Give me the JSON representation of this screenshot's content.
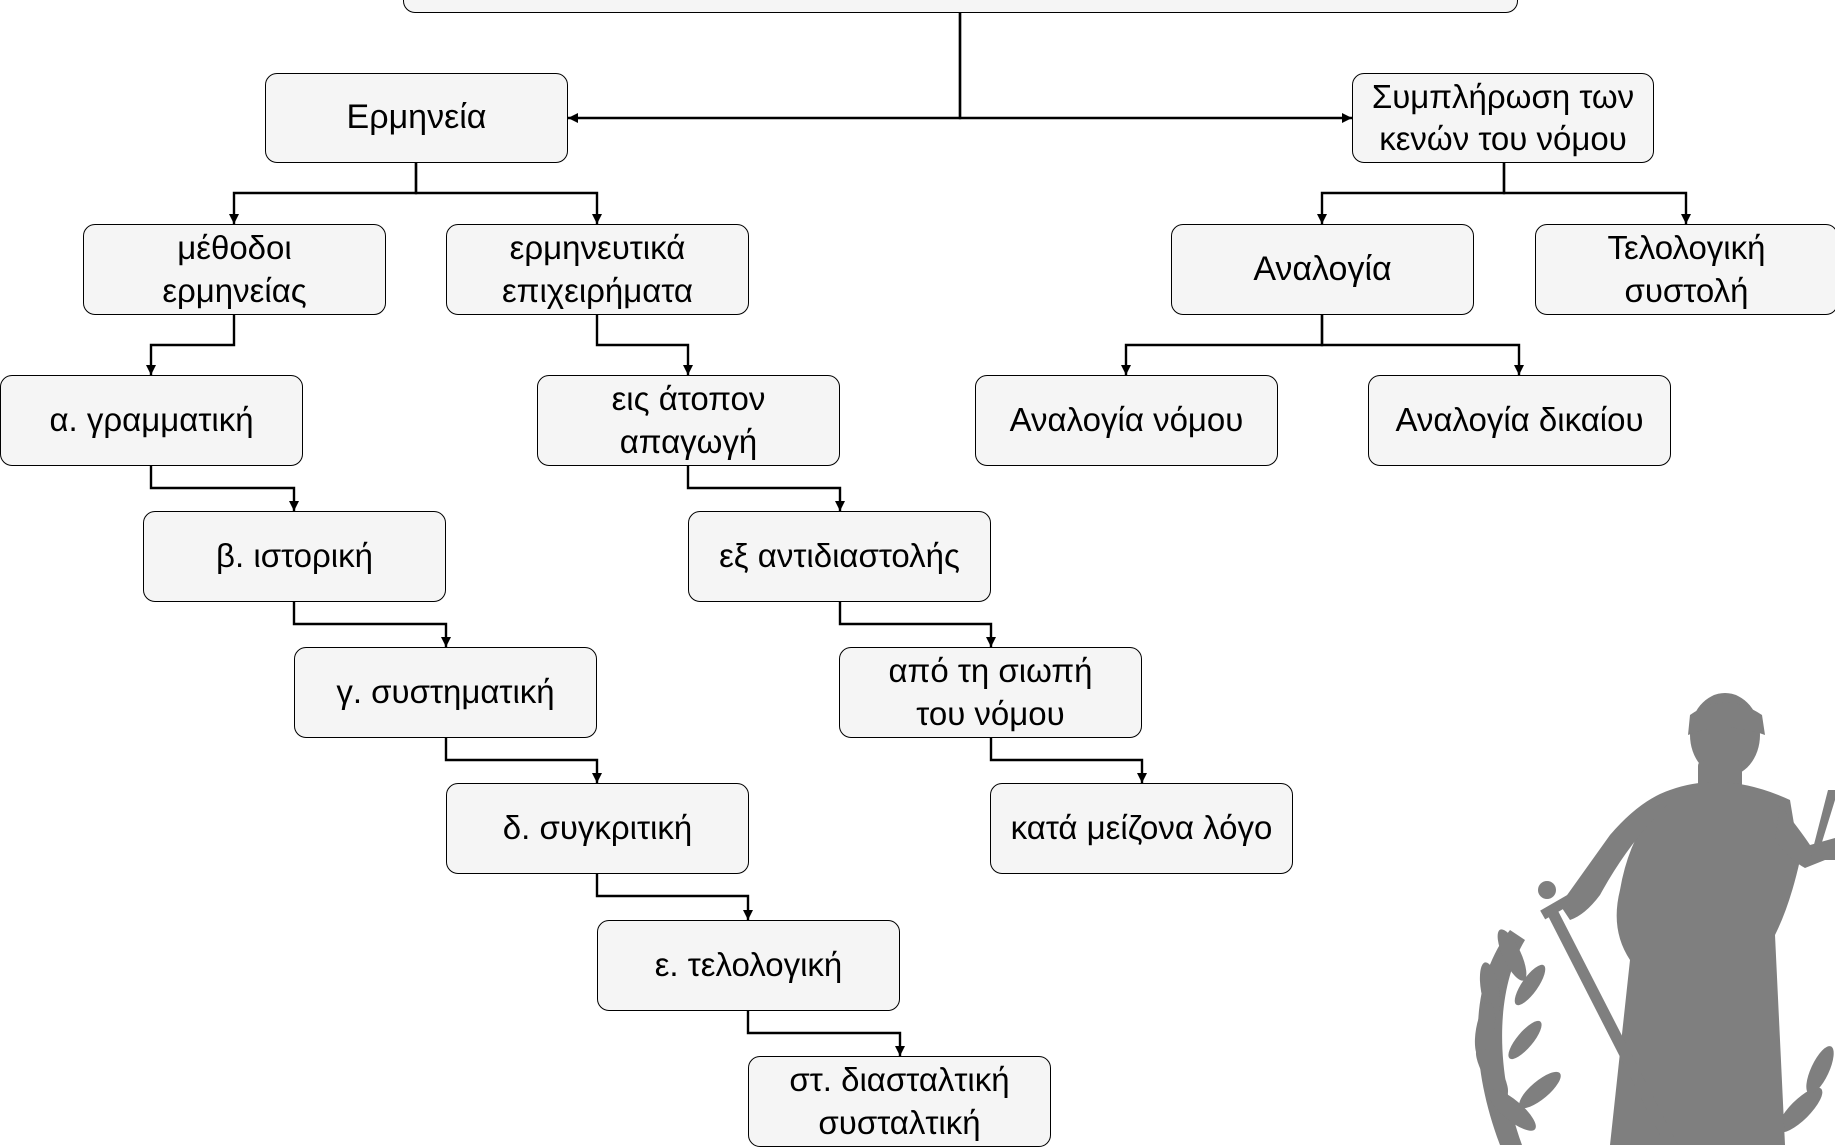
{
  "diagram": {
    "top_node": "",
    "nodes": {
      "interpretation": "Ερμηνεία",
      "gap_filling": "Συμπλήρωση των\nκενών του νόμου",
      "methods": "μέθοδοι\nερμηνείας",
      "arguments": "ερμηνευτικά\nεπιχειρήματα",
      "grammatical": "α. γραμματική",
      "historical": "β. ιστορική",
      "systematic": "γ. συστηματική",
      "comparative": "δ. συγκριτική",
      "teleological": "ε. τελολογική",
      "extensive_restrictive": "στ. διασταλτική\nσυσταλτική",
      "ad_absurdum": "εις άτοπον\nαπαγωγή",
      "a_contrario": "εξ αντιδιαστολής",
      "from_silence": "από τη σιωπή\nτου νόμου",
      "a_fortiori": "κατά μείζονα λόγο",
      "analogy": "Αναλογία",
      "teleological_reduction": "Τελολογική\nσυστολή",
      "statutory_analogy": "Αναλογία νόμου",
      "legal_analogy": "Αναλογία δικαίου"
    },
    "edges": [
      [
        "top_node",
        "interpretation"
      ],
      [
        "top_node",
        "gap_filling"
      ],
      [
        "interpretation",
        "methods"
      ],
      [
        "interpretation",
        "arguments"
      ],
      [
        "methods",
        "grammatical"
      ],
      [
        "grammatical",
        "historical"
      ],
      [
        "historical",
        "systematic"
      ],
      [
        "systematic",
        "comparative"
      ],
      [
        "comparative",
        "teleological"
      ],
      [
        "teleological",
        "extensive_restrictive"
      ],
      [
        "arguments",
        "ad_absurdum"
      ],
      [
        "ad_absurdum",
        "a_contrario"
      ],
      [
        "a_contrario",
        "from_silence"
      ],
      [
        "from_silence",
        "a_fortiori"
      ],
      [
        "gap_filling",
        "analogy"
      ],
      [
        "gap_filling",
        "teleological_reduction"
      ],
      [
        "analogy",
        "statutory_analogy"
      ],
      [
        "analogy",
        "legal_analogy"
      ]
    ],
    "colors": {
      "node_fill": "#f5f5f5",
      "node_border": "#000000",
      "connector": "#000000",
      "statue": "#7f7f7f"
    },
    "illustration_icon": "lady-justice-statue-with-laurel-wreath"
  }
}
